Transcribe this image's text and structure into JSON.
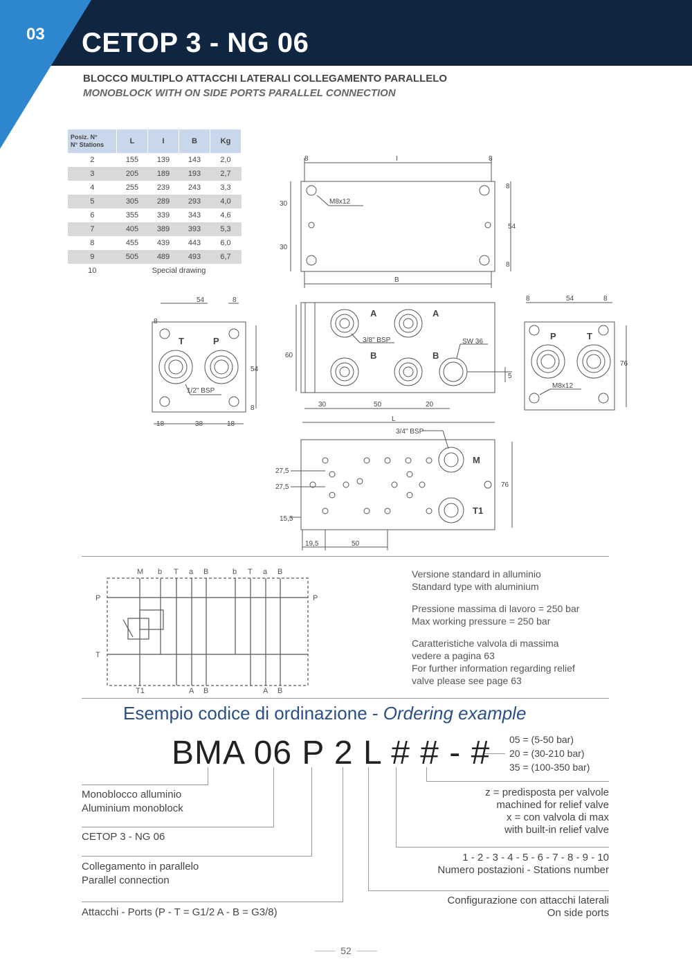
{
  "header": {
    "section_number": "03",
    "title": "CETOP 3 - NG 06",
    "subtitle_it": "BLOCCO MULTIPLO ATTACCHI LATERALI COLLEGAMENTO PARALLELO",
    "subtitle_en": "MONOBLOCK WITH ON SIDE PORTS PARALLEL CONNECTION"
  },
  "table": {
    "head_line1": "Posiz. N°",
    "head_line2": "N° Stations",
    "columns": [
      "L",
      "I",
      "B",
      "Kg"
    ],
    "rows": [
      [
        "2",
        "155",
        "139",
        "143",
        "2,0"
      ],
      [
        "3",
        "205",
        "189",
        "193",
        "2,7"
      ],
      [
        "4",
        "255",
        "239",
        "243",
        "3,3"
      ],
      [
        "5",
        "305",
        "289",
        "293",
        "4,0"
      ],
      [
        "6",
        "355",
        "339",
        "343",
        "4,6"
      ],
      [
        "7",
        "405",
        "389",
        "393",
        "5,3"
      ],
      [
        "8",
        "455",
        "439",
        "443",
        "6,0"
      ],
      [
        "9",
        "505",
        "489",
        "493",
        "6,7"
      ]
    ],
    "last_row_station": "10",
    "last_row_text": "Special drawing"
  },
  "drawing": {
    "top_view": {
      "l": "I",
      "b": "B",
      "d8a": "8",
      "d8b": "8",
      "d30a": "30",
      "d30b": "30",
      "d54": "54",
      "d8c": "8",
      "d8d": "8",
      "thread": "M8x12"
    },
    "left_view": {
      "d54": "54",
      "d8a": "8",
      "d8b": "8",
      "d54v": "54",
      "d8c": "8",
      "thread": "1/2\" BSP",
      "d18a": "18",
      "d38": "38",
      "d18b": "18",
      "port_t": "T",
      "port_p": "P"
    },
    "front_view": {
      "a1": "A",
      "a2": "A",
      "b1": "B",
      "b2": "B",
      "thread": "3/8\" BSP",
      "sw": "SW 36",
      "d60": "60",
      "d30": "30",
      "d50": "50",
      "d20": "20",
      "d5": "5"
    },
    "right_view": {
      "d8a": "8",
      "d54": "54",
      "d8b": "8",
      "d76": "76",
      "thread": "M8x12",
      "port_p": "P",
      "port_t": "T"
    },
    "bottom_view": {
      "l": "L",
      "thread": "3/4\" BSP",
      "m": "M",
      "t1": "T1",
      "d29a": "27,5",
      "d29b": "27,5",
      "d15": "15,5",
      "d195": "19,5",
      "d50": "50",
      "d76": "76"
    }
  },
  "schematic": {
    "top_labels": [
      "M",
      "b",
      "T",
      "a",
      "B",
      "b",
      "T",
      "a",
      "B"
    ],
    "left_p": "P",
    "left_t": "T",
    "right_p": "P",
    "bottom_labels": [
      "T1",
      "A",
      "B",
      "A",
      "B"
    ]
  },
  "notes": {
    "line1": "Versione standard in alluminio",
    "line2": "Standard type with aluminium",
    "line3": "Pressione massima di lavoro = 250 bar",
    "line4": "Max working pressure = 250 bar",
    "line5": "Caratteristiche valvola di massima",
    "line6": "vedere a pagina 63",
    "line7": "For further information regarding relief",
    "line8": "valve please see page 63"
  },
  "ordering": {
    "title_it": "Esempio codice di ordinazione - ",
    "title_en": "Ordering example",
    "code": "BMA 06 P 2 L # # - #",
    "ranges": [
      "05 = (5-50 bar)",
      "20 = (30-210 bar)",
      "35 = (100-350 bar)"
    ],
    "left": [
      {
        "l1": "Monoblocco alluminio",
        "l2": "Aluminium monoblock"
      },
      {
        "l1": "CETOP 3 - NG 06",
        "l2": ""
      },
      {
        "l1": "Collegamento in parallelo",
        "l2": "Parallel connection"
      },
      {
        "l1": "Attacchi - Ports (P - T = G1/2   A - B = G3/8)",
        "l2": ""
      }
    ],
    "right": [
      {
        "l1": "z = predisposta per valvole",
        "l2": "machined for relief valve",
        "l3": "x = con valvola di max",
        "l4": "with built-in relief valve"
      },
      {
        "l1": "1 - 2 - 3 - 4 - 5 - 6 - 7 - 8 - 9 - 10",
        "l2": "Numero postazioni - Stations number"
      },
      {
        "l1": "Configurazione con attacchi laterali",
        "l2": "On side ports"
      }
    ]
  },
  "page_number": "52"
}
